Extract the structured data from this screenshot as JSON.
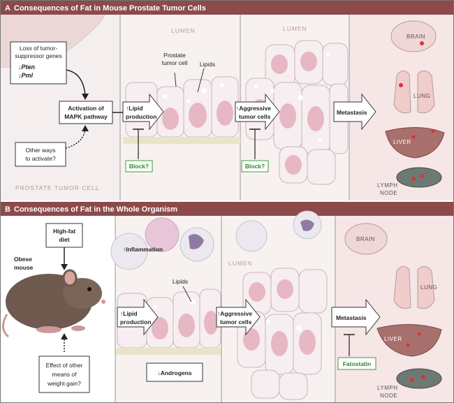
{
  "panel_a": {
    "letter": "A",
    "title": "Consequences of Fat in Mouse Prostate Tumor Cells",
    "loss_box": {
      "line1": "Loss of tumor-",
      "line2": "suppressor genes",
      "gene1": "↓Pten",
      "gene2": "↓Pml"
    },
    "mapk_box": {
      "line1": "Activation of",
      "line2": "MAPK pathway"
    },
    "other_box": {
      "line1": "Other ways",
      "line2": "to activate?"
    },
    "cell_caption": "PROSTATE TUMOR CELL",
    "lumen1": "LUMEN",
    "lumen2": "LUMEN",
    "prostate_label": {
      "line1": "Prostate",
      "line2": "tumor cell"
    },
    "lipids_label": "Lipids",
    "lipid_arrow": {
      "line1": "↑Lipid",
      "line2": "production"
    },
    "aggressive_arrow": {
      "line1": "↑Aggressive",
      "line2": "tumor cells"
    },
    "block1": "Block?",
    "block2": "Block?",
    "metastasis": "Metastasis",
    "organs": {
      "brain": "BRAIN",
      "lung": "LUNG",
      "liver": "LIVER",
      "lymph1": "LYMPH",
      "lymph2": "NODE"
    }
  },
  "panel_b": {
    "letter": "B",
    "title": "Consequences of Fat in the Whole Organism",
    "highfat_box": {
      "line1": "High-fat",
      "line2": "diet"
    },
    "obese_label": {
      "line1": "Obese",
      "line2": "mouse"
    },
    "effect_box": {
      "line1": "Effect of other",
      "line2": "means of",
      "line3": "weight gain?"
    },
    "inflammation": "↑Inflammation",
    "lipids_label": "Lipids",
    "lumen": "LUMEN",
    "lipid_arrow": {
      "line1": "↑Lipid",
      "line2": "production"
    },
    "aggressive_arrow": {
      "line1": "↑Aggressive",
      "line2": "tumor cells"
    },
    "androgens": "↓Androgens",
    "metastasis": "Metastasis",
    "fatostatin": "Fatostatin",
    "organs": {
      "brain": "BRAIN",
      "lung": "LUNG",
      "liver": "LIVER",
      "lymph1": "LYMPH",
      "lymph2": "NODE"
    }
  },
  "colors": {
    "header": "#8c4a4a",
    "block_green": "#2a8a2a",
    "tissue_pink": "#f6e8ea"
  }
}
